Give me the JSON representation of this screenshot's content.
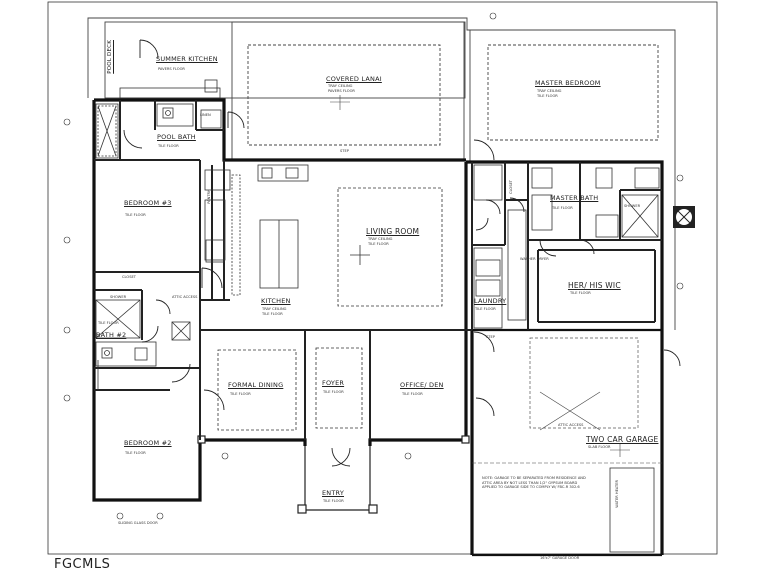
{
  "watermark": "FGCMLS",
  "rooms": {
    "pool_deck": "POOL DECK",
    "summer_kitchen": "SUMMER KITCHEN",
    "summer_kitchen_sub": "PAVERS FLOOR",
    "covered_lanai": "COVERED LANAI",
    "covered_lanai_sub1": "TRAY CEILING",
    "covered_lanai_sub2": "PAVERS FLOOR",
    "master_bedroom": "MASTER BEDROOM",
    "master_bedroom_sub1": "TRAY CEILING",
    "master_bedroom_sub2": "TILE FLOOR",
    "pool_bath": "POOL BATH",
    "pool_bath_sub": "TILE FLOOR",
    "bedroom3": "BEDROOM #3",
    "bedroom3_sub": "TILE FLOOR",
    "living_room": "LIVING ROOM",
    "living_room_sub1": "TRAY CEILING",
    "living_room_sub2": "TILE FLOOR",
    "kitchen": "KITCHEN",
    "kitchen_sub1": "TRAY CEILING",
    "kitchen_sub2": "TILE FLOOR",
    "master_bath": "MASTER BATH",
    "master_bath_sub": "TILE FLOOR",
    "his_her_wic": "HER/ HIS WIC",
    "his_her_wic_sub": "TILE FLOOR",
    "laundry": "LAUNDRY",
    "laundry_sub": "TILE FLOOR",
    "bath2": "BATH #2",
    "bath2_sub": "TILE FLOOR",
    "formal_dining": "FORMAL DINING",
    "formal_dining_sub": "TILE FLOOR",
    "foyer": "FOYER",
    "foyer_sub": "TILE FLOOR",
    "office_den": "OFFICE/ DEN",
    "office_den_sub": "TILE FLOOR",
    "bedroom2": "BEDROOM #2",
    "bedroom2_sub": "TILE FLOOR",
    "entry": "ENTRY",
    "entry_sub": "TILE FLOOR",
    "two_car_garage": "TWO CAR GARAGE",
    "two_car_garage_sub": "SLAB FLOOR",
    "closet": "CLOSET",
    "closet2": "CLOSET",
    "shower": "SHOWER",
    "shower2": "SHOWER",
    "linen": "LINEN",
    "attic_access": "ATTIC ACCESS",
    "attic_access2": "ATTIC ACCESS",
    "pantry": "PANTRY",
    "step": "STEP",
    "step2": "STEP",
    "wash_dryer": "WASHER DRYER",
    "water_heater": "WATER HEATER"
  },
  "notes": {
    "garage_note": "NOTE: GARAGE TO BE SEPARATED FROM RESIDENCE AND ATTIC AREA BY NOT LESS THAN 1/2\" GYPSUM BOARD APPLIED TO GARAGE SIDE TO COMPLY W/ FBC-R 302.6",
    "garage_door": "16'x7' GARAGE DOOR",
    "sliding_glass": "SLIDING GLASS DOOR"
  }
}
